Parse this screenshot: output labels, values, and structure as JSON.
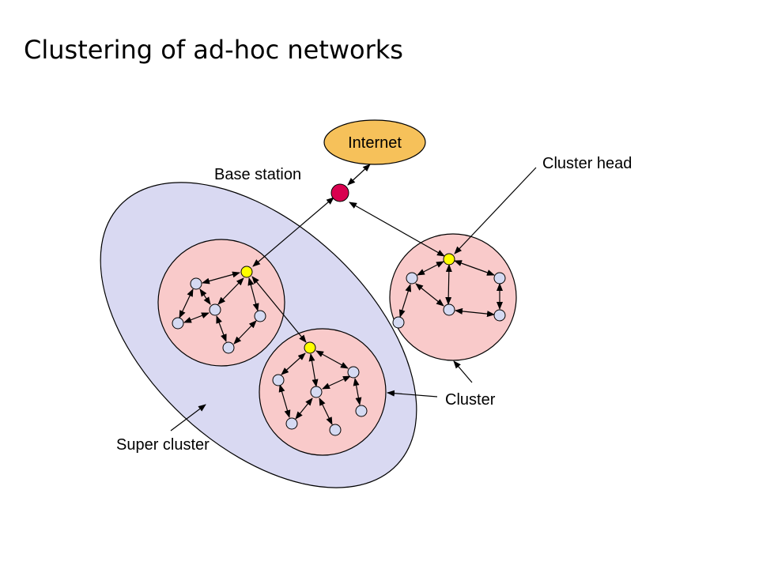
{
  "slide": {
    "title": "Clustering of ad-hoc networks"
  },
  "diagram": {
    "internet_label": "Internet",
    "labels": {
      "base_station": "Base station",
      "cluster_head": "Cluster head",
      "cluster": "Cluster",
      "super_cluster": "Super cluster"
    }
  },
  "colors": {
    "super_cluster_fill": "#d9d9f2",
    "cluster_fill": "#f9caca",
    "internet_fill": "#f6c15a",
    "base_station_fill": "#d9004f",
    "cluster_head_fill": "#ffff00",
    "node_fill": "#d5daf2"
  }
}
